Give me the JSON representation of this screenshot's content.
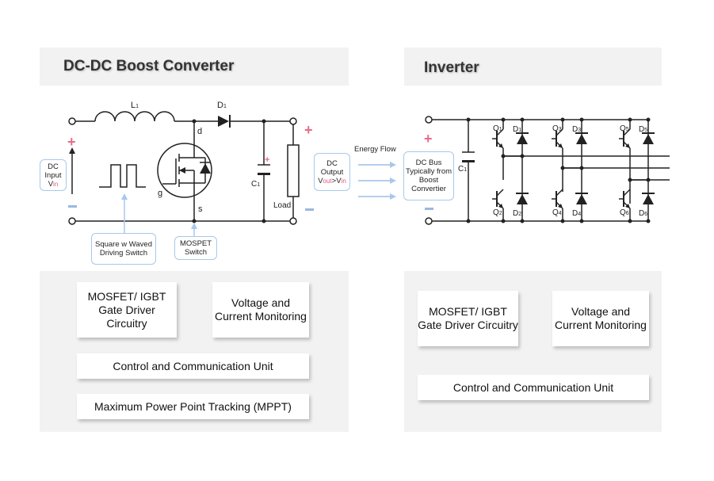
{
  "boost": {
    "title": "DC-DC Boost Converter",
    "inductor": "L",
    "inductor_sub": "1",
    "diode": "D",
    "diode_sub": "1",
    "drain": "d",
    "gate": "g",
    "source": "s",
    "cap": "C",
    "cap_sub": "1",
    "load": "Load",
    "dc_input": "DC Input V",
    "dc_input_sub": "in",
    "dc_output": "DC Output V",
    "dc_output_sub1": "out",
    "dc_output_mid": ">V",
    "dc_output_sub2": "in",
    "square_wave": "Square w Waved Driving Switch",
    "mosfet_switch": "MOSPET Switch",
    "boxes": {
      "gate_driver": "MOSFET/ IGBT Gate Driver Circuitry",
      "monitoring": "Voltage and Current Monitoring",
      "control": "Control and Communication Unit",
      "mppt": "Maximum Power Point Tracking (MPPT)"
    }
  },
  "energy_flow": "Energy Flow",
  "inverter": {
    "title": "Inverter",
    "dc_bus": "DC Bus Typically from Boost Convertier",
    "cap": "C",
    "cap_sub": "1",
    "q_labels": [
      "Q",
      "Q",
      "Q",
      "Q",
      "Q",
      "Q"
    ],
    "q_subs": [
      "1",
      "2",
      "3",
      "4",
      "5",
      "6"
    ],
    "d_labels": [
      "D",
      "D",
      "D",
      "D",
      "D",
      "D"
    ],
    "d_subs": [
      "1",
      "2",
      "3",
      "4",
      "5",
      "6"
    ],
    "boxes": {
      "gate_driver": "MOSFET/ IGBT Gate Driver Circuitry",
      "monitoring": "Voltage and Current Monitoring",
      "control": "Control and Communication Unit"
    }
  },
  "colors": {
    "accent_plus": "#e86a8a",
    "accent_minus": "#9ab8e0",
    "callout_border": "#a8c8ec",
    "arrow": "#a8c8ec"
  }
}
